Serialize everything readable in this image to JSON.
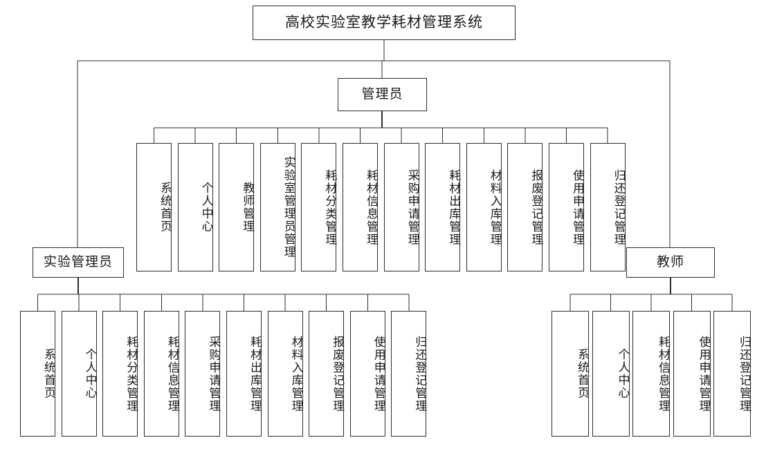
{
  "diagram": {
    "type": "system-function-tree",
    "title": "高校实验室教学耗材管理系统",
    "roles": [
      {
        "id": "admin",
        "label": "管理员",
        "children": [
          "系统首页",
          "个人中心",
          "教师管理",
          "实验室管理员管理",
          "耗材分类管理",
          "耗材信息管理",
          "采购申请管理",
          "耗材出库管理",
          "材料入库管理",
          "报废登记管理",
          "使用申请管理",
          "归还登记管理"
        ]
      },
      {
        "id": "lab-admin",
        "label": "实验管理员",
        "children": [
          "系统首页",
          "个人中心",
          "耗材分类管理",
          "耗材信息管理",
          "采购申请管理",
          "耗材出库管理",
          "材料入库管理",
          "报废登记管理",
          "使用申请管理",
          "归还登记管理"
        ]
      },
      {
        "id": "teacher",
        "label": "教师",
        "children": [
          "系统首页",
          "个人中心",
          "耗材信息管理",
          "使用申请管理",
          "归还登记管理"
        ]
      }
    ],
    "colors": {
      "background": "#ffffff",
      "border": "#2b2b2b",
      "connector": "#2b2b2b",
      "text": "#1a1a1a"
    }
  }
}
